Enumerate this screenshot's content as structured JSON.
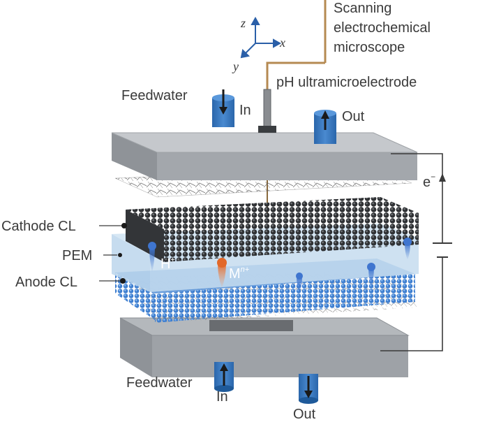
{
  "labels": {
    "microscope_line1": "Scanning",
    "microscope_line2": "electrochemical",
    "microscope_line3": "microscope",
    "probe": "pH ultramicroelectrode",
    "feedwater_top": "Feedwater",
    "in_top": "In",
    "out_top": "Out",
    "electron": "e",
    "electron_sup": "−",
    "cathode": "Cathode CL",
    "pem": "PEM",
    "anode": "Anode CL",
    "proton": "H",
    "proton_sup": "+",
    "metal": "M",
    "metal_sup": "n+",
    "feedwater_bottom": "Feedwater",
    "in_bottom": "In",
    "out_bottom": "Out"
  },
  "axes": {
    "z": "z",
    "x": "x",
    "y": "y"
  },
  "colors": {
    "plate": "#a9adb2",
    "plate_top": "#c5c8cc",
    "plate_side": "#8f9398",
    "cathode": "#3d3f42",
    "pem": "#cfe3f2",
    "anode": "#4a86d0",
    "port": "#2f6fb5",
    "proton": "#4a7fd0",
    "metal_ion": "#e2682a",
    "wire": "#3a3a3a",
    "probe_wire": "#b58a52"
  }
}
